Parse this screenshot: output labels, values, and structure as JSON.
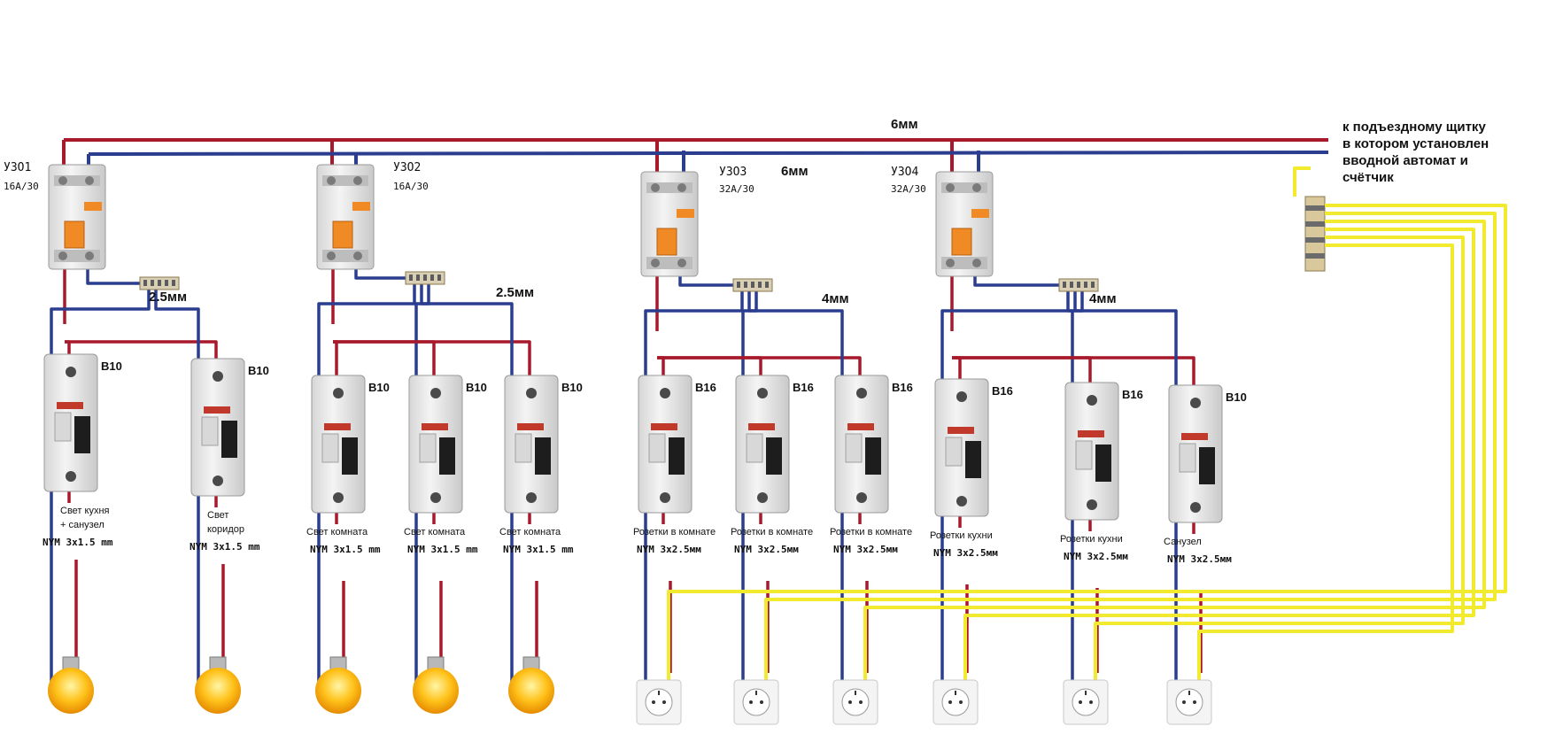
{
  "main_bus": {
    "top_label": "6мм",
    "mid_label": "6мм",
    "feed_label": [
      "к подъездному щитку",
      "в котором установлен",
      "вводной автомат и",
      "счётчик"
    ]
  },
  "rcds": [
    {
      "name": "УЗО1",
      "rating": "16А/30",
      "cable": "2.5мм"
    },
    {
      "name": "УЗО2",
      "rating": "16А/30",
      "cable": "2.5мм"
    },
    {
      "name": "УЗО3",
      "rating": "32А/30",
      "cable": "4мм"
    },
    {
      "name": "УЗО4",
      "rating": "32А/30",
      "cable": "4мм"
    }
  ],
  "breakers": [
    {
      "rating": "B10",
      "label": [
        "Свет кухня",
        "+ санузел"
      ],
      "cable": "NYM 3x1.5 mm",
      "load": "lamp"
    },
    {
      "rating": "B10",
      "label": [
        "Свет",
        "коридор"
      ],
      "cable": "NYM 3x1.5 mm",
      "load": "lamp"
    },
    {
      "rating": "B10",
      "label": [
        "Свет комната"
      ],
      "cable": "NYM 3x1.5 mm",
      "load": "lamp"
    },
    {
      "rating": "B10",
      "label": [
        "Свет комната"
      ],
      "cable": "NYM 3x1.5 mm",
      "load": "lamp"
    },
    {
      "rating": "B10",
      "label": [
        "Свет комната"
      ],
      "cable": "NYM 3x1.5 mm",
      "load": "lamp"
    },
    {
      "rating": "B16",
      "label": [
        "Розетки в комнате"
      ],
      "cable": "NYM 3x2.5мм",
      "load": "socket"
    },
    {
      "rating": "B16",
      "label": [
        "Розетки в комнате"
      ],
      "cable": "NYM 3x2.5мм",
      "load": "socket"
    },
    {
      "rating": "B16",
      "label": [
        "Розетки в комнате"
      ],
      "cable": "NYM 3x2.5мм",
      "load": "socket"
    },
    {
      "rating": "B16",
      "label": [
        "Розетки кухни"
      ],
      "cable": "NYM 3x2.5мм",
      "load": "socket"
    },
    {
      "rating": "B16",
      "label": [
        "Розетки кухни"
      ],
      "cable": "NYM 3x2.5мм",
      "load": "socket"
    },
    {
      "rating": "B10",
      "label": [
        "Санузел"
      ],
      "cable": "NYM 3x2.5мм",
      "load": "socket"
    }
  ],
  "colors": {
    "phase": "#a8192b",
    "neutral": "#2a3d8f",
    "earth": "#f2ea2e",
    "device_body": "#e9e9e9",
    "lever": "#f08a24"
  }
}
